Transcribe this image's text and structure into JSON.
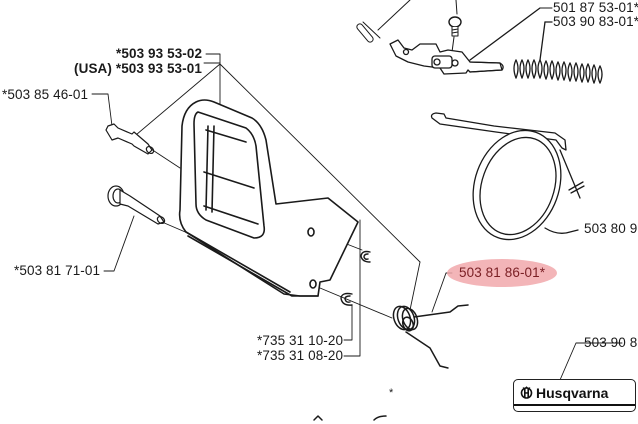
{
  "diagram": {
    "type": "exploded-parts-view",
    "brand": "Husqvarna",
    "colors": {
      "line": "#1a1a1a",
      "highlight_fill": "#f1a8ab",
      "highlight_text": "#7a1f24",
      "background": "#ffffff"
    }
  },
  "labels": {
    "part_501875301": "501 87 53-01*",
    "part_503908301": "503 90 83-01*",
    "part_503935302": "*503 93 53-02",
    "part_503935301": "(USA) *503 93 53-01",
    "part_503854601": "*503 85 46-01",
    "part_503809": "503 80 9",
    "part_503818601": "503 81 86-01*",
    "part_503817101": "*503 81 71-01",
    "part_735311020": "*735 31 10-20",
    "part_735310820": "*735 31 08-20",
    "part_50390": "503 90 8",
    "bottom_asterisk": "*"
  },
  "logo": {
    "text": "Husqvarna"
  }
}
